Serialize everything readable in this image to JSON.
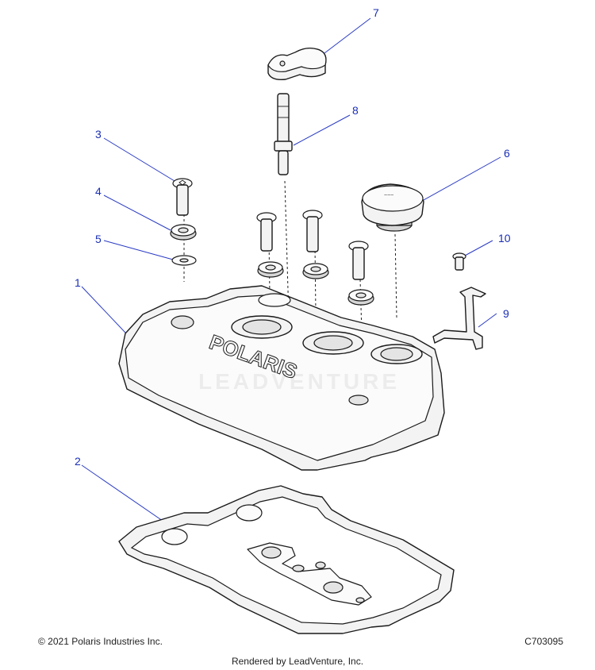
{
  "callouts": [
    "1",
    "2",
    "3",
    "4",
    "5",
    "6",
    "7",
    "8",
    "9",
    "10"
  ],
  "cover_lettering": "POLARIS",
  "watermark": "LEADVENTURE",
  "footer": {
    "copyright": "© 2021 Polaris Industries Inc.",
    "code": "C703095",
    "rendered_by": "Rendered by LeadVenture, Inc."
  },
  "colors": {
    "callout": "#1b2fb5",
    "linework": "#1a1a1a",
    "fill": "#f3f3f3"
  }
}
